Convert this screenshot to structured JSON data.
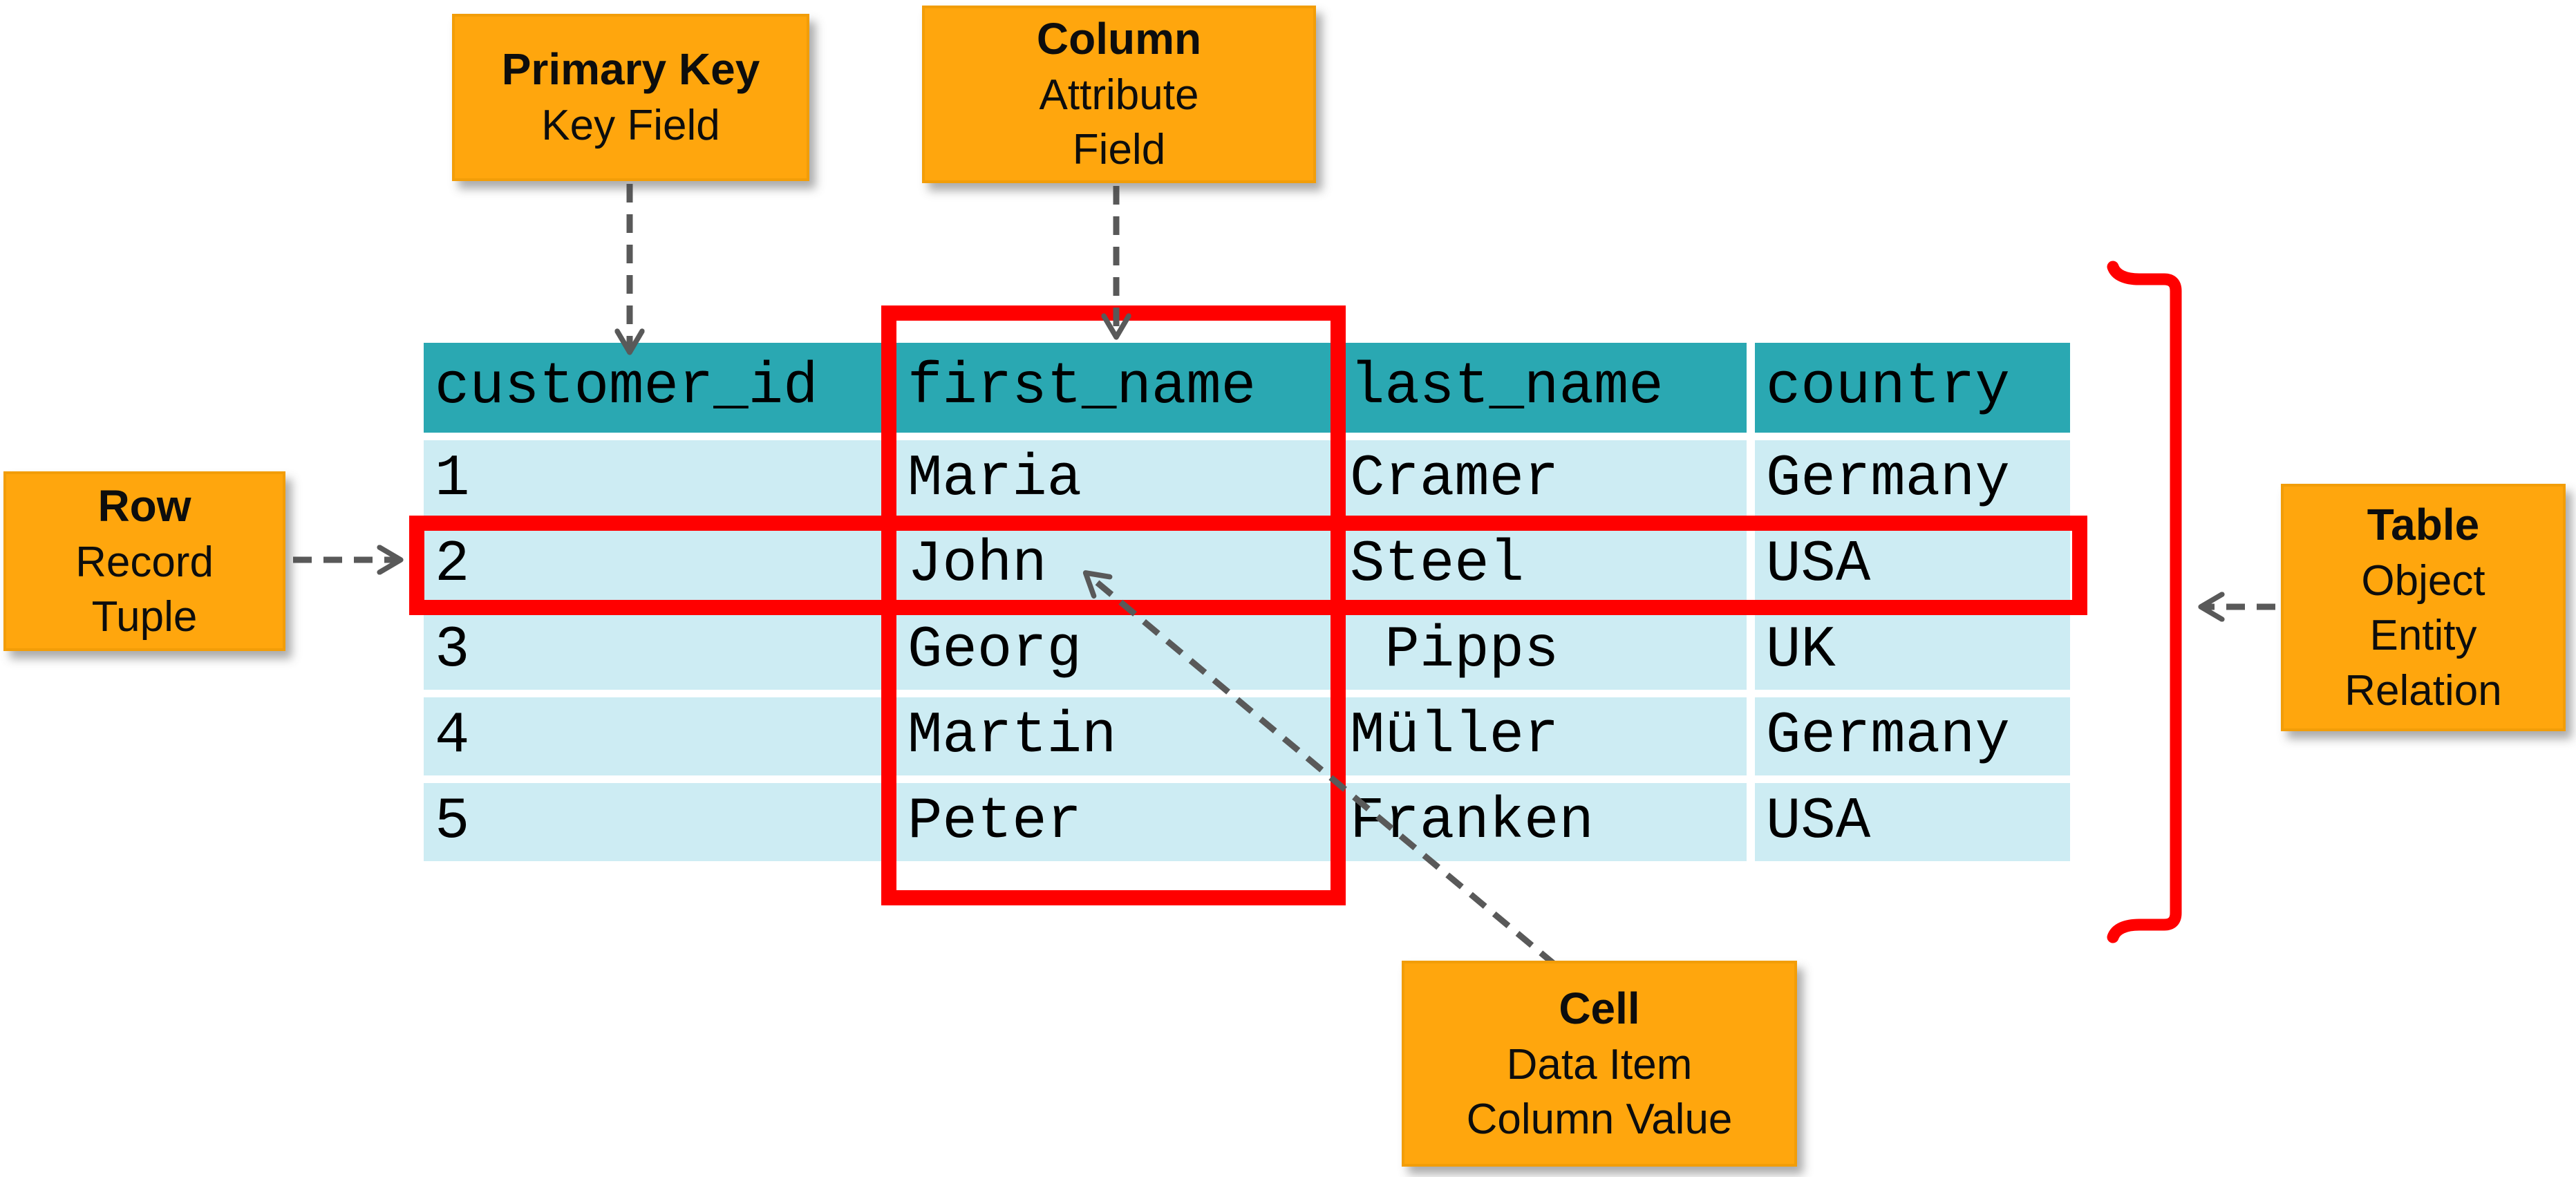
{
  "diagram": {
    "colors": {
      "label_bg": "#FFA60D",
      "label_border": "#F29D08",
      "header_bg": "#2AA8B2",
      "row_bg": "#CDECF3",
      "highlight_red": "#FF0000",
      "arrow_gray": "#595959",
      "text": "#000000"
    },
    "labels": {
      "primary_key": {
        "title": "Primary Key",
        "lines": [
          "Key Field"
        ]
      },
      "column": {
        "title": "Column",
        "lines": [
          "Attribute",
          "Field"
        ]
      },
      "row": {
        "title": "Row",
        "lines": [
          "Record",
          "Tuple"
        ]
      },
      "table": {
        "title": "Table",
        "lines": [
          "Object",
          "Entity",
          "Relation"
        ]
      },
      "cell": {
        "title": "Cell",
        "lines": [
          "Data Item",
          "Column Value"
        ]
      }
    },
    "table": {
      "headers": [
        "customer_id",
        "first_name",
        "last_name",
        "country"
      ],
      "rows": [
        [
          "1",
          "Maria",
          "Cramer",
          "Germany"
        ],
        [
          "2",
          "John",
          "Steel",
          "USA"
        ],
        [
          "3",
          "Georg",
          " Pipps",
          "UK"
        ],
        [
          "4",
          "Martin",
          "Müller",
          "Germany"
        ],
        [
          "5",
          "Peter",
          "Franken",
          "USA"
        ]
      ],
      "highlighted_column": "first_name",
      "highlighted_row": "2"
    }
  }
}
